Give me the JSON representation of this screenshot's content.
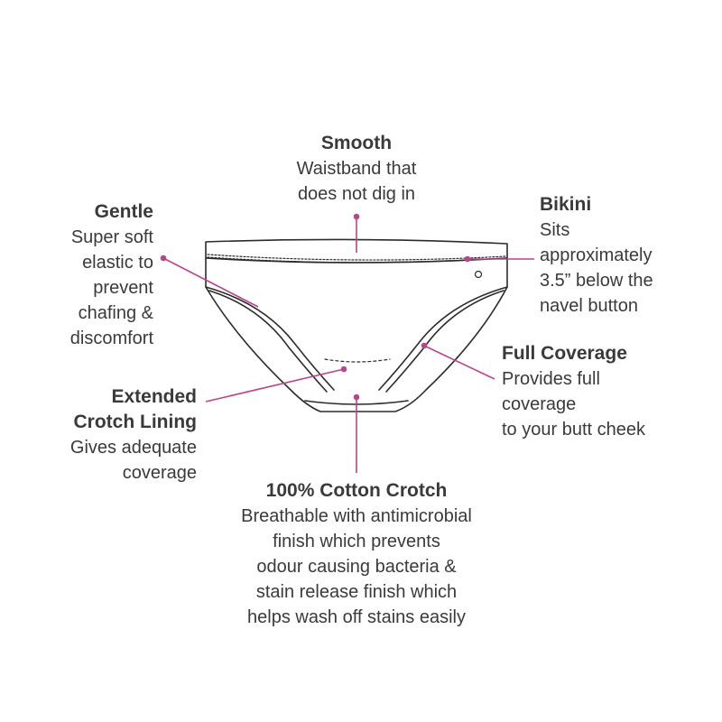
{
  "accent_color": "#b8458f",
  "line_color": "#2b2b2b",
  "callouts": {
    "smooth": {
      "title": "Smooth",
      "desc": "Waistband that\ndoes not dig in"
    },
    "gentle": {
      "title": "Gentle",
      "desc": "Super soft\nelastic to\nprevent\nchafing &\ndiscomfort"
    },
    "bikini": {
      "title": "Bikini",
      "desc": "Sits\napproximately\n3.5” below the\nnavel button"
    },
    "full_coverage": {
      "title": "Full Coverage",
      "desc": "Provides full\ncoverage\nto your butt cheek"
    },
    "extended_crotch": {
      "title": "Extended\nCrotch Lining",
      "desc": "Gives adequate\ncoverage"
    },
    "cotton_crotch": {
      "title": "100% Cotton Crotch",
      "desc": "Breathable with antimicrobial\nfinish which prevents\nodour causing bacteria &\nstain release finish which\nhelps wash off stains easily"
    }
  }
}
